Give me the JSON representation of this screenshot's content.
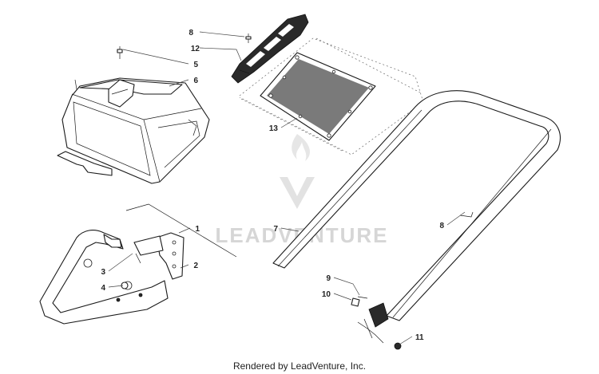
{
  "callouts": {
    "c1": "1",
    "c2": "2",
    "c3": "3",
    "c4": "4",
    "c5": "5",
    "c6": "6",
    "c7": "7",
    "c8_top": "8",
    "c8_right": "8",
    "c9": "9",
    "c10": "10",
    "c11": "11",
    "c12": "12",
    "c13": "13"
  },
  "watermark": {
    "brand": "LEADVENTURE"
  },
  "footer": {
    "text": "Rendered by LeadVenture, Inc."
  }
}
